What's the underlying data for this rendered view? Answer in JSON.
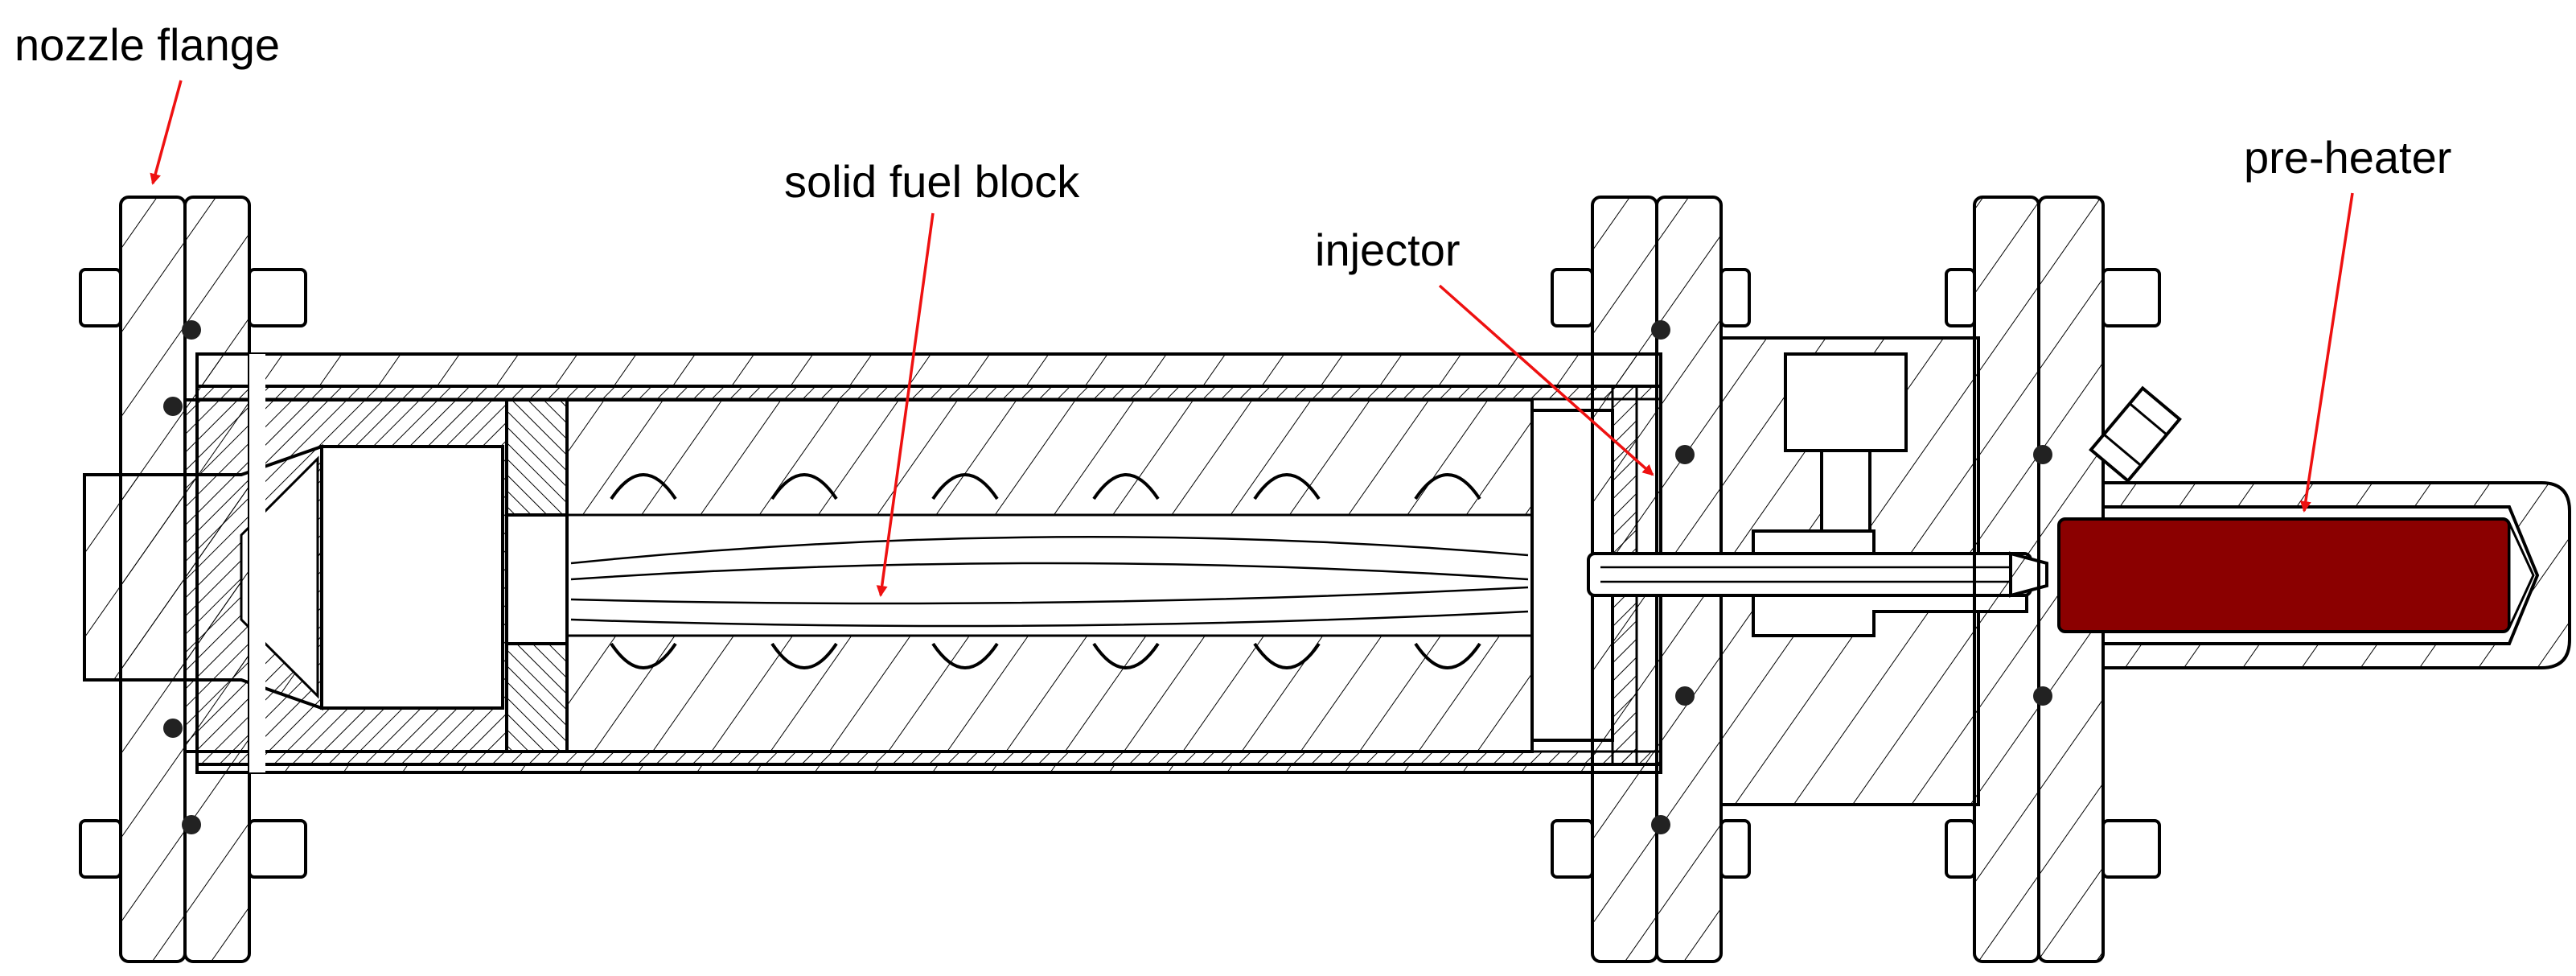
{
  "labels": {
    "nozzle_flange": "nozzle flange",
    "solid_fuel_block": "solid fuel block",
    "injector": "injector",
    "pre_heater": "pre-heater"
  },
  "colors": {
    "line": "#000000",
    "arrow": "#ee1111",
    "preheater_fill": "#8b0000",
    "background": "#ffffff"
  }
}
